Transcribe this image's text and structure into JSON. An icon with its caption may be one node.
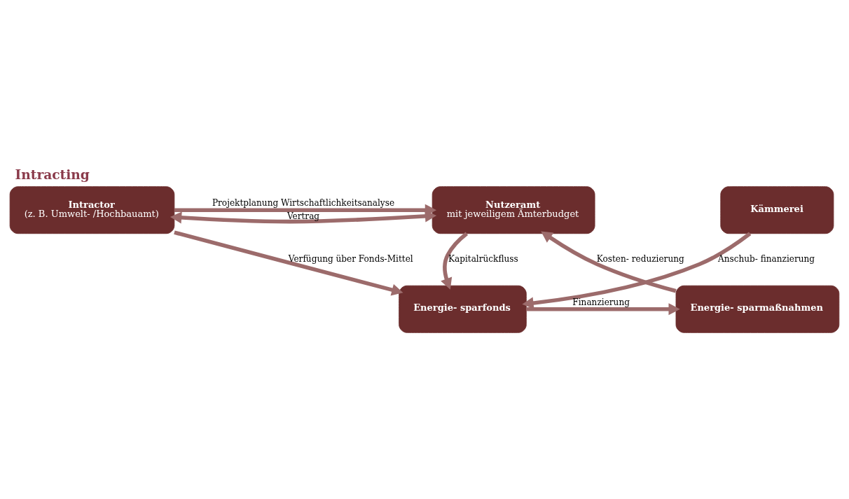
{
  "diagram": {
    "title": "Intracting",
    "nodes": [
      {
        "text": [
          "Intractor",
          "(z. B. Umwelt- /Hochbauamt)"
        ]
      },
      {
        "text": [
          "Nutzeramt",
          "mit jeweiligem Ämterbudget"
        ]
      },
      {
        "text": [
          "Kämmerei"
        ]
      },
      {
        "text": [
          "Energie- sparfonds"
        ]
      },
      {
        "text": [
          "Energie- sparmaßnahmen"
        ]
      }
    ],
    "edges": [
      {
        "from": 0,
        "to": 1,
        "arrow": "to",
        "label": "Projektplanung Wirtschaftlichkeitsanalyse"
      },
      {
        "from": 0,
        "to": 1,
        "arrow": "both",
        "label": "Vertrag"
      },
      {
        "from": 0,
        "to": 3,
        "arrow": "to",
        "label": "Verfügung über Fonds-Mittel"
      },
      {
        "from": 2,
        "to": 3,
        "arrow": "to",
        "label": "Anschub- finanzierung"
      },
      {
        "from": 3,
        "to": 4,
        "arrow": "to",
        "label": "Finanzierung"
      },
      {
        "from": 4,
        "to": 1,
        "arrow": "to",
        "label": "Kosten- reduzierung"
      },
      {
        "from": 1,
        "to": 3,
        "arrow": "to",
        "label": "Kapitalrückfluss"
      }
    ]
  }
}
